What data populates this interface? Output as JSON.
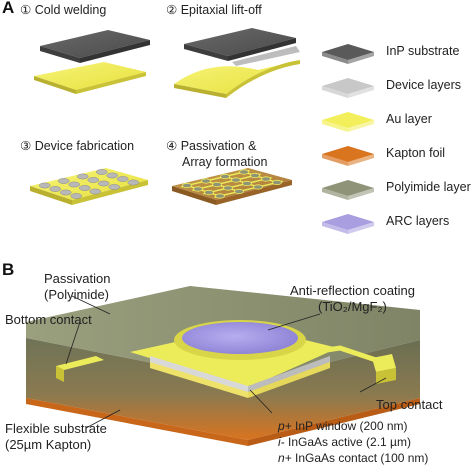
{
  "panel_a": {
    "letter": "A",
    "steps": [
      {
        "num": "①",
        "label": "Cold welding"
      },
      {
        "num": "②",
        "label": "Epitaxial lift-off"
      },
      {
        "num": "③",
        "label": "Device fabrication"
      },
      {
        "num": "④",
        "label": "Passivation &",
        "label2": "Array formation"
      }
    ]
  },
  "legend": [
    {
      "label": "InP substrate",
      "color": "#5a5a5a"
    },
    {
      "label": "Device layers",
      "color": "#c8c8c8"
    },
    {
      "label": "Au layer",
      "color": "#f2ef5a"
    },
    {
      "label": "Kapton foil",
      "color": "#d9741f"
    },
    {
      "label": "Polyimide layer",
      "color": "#8f9478"
    },
    {
      "label": "ARC layers",
      "color": "#a99fe0"
    }
  ],
  "panel_b": {
    "letter": "B",
    "annotations": {
      "passivation_1": "Passivation",
      "passivation_2": "(Polyimide)",
      "arc_1": "Anti-reflection coating",
      "arc_2": "(TiO₂/MgF₂)",
      "bottom_contact": "Bottom contact",
      "top_contact": "Top contact",
      "flex_1": "Flexible substrate",
      "flex_2": "(25µm Kapton)",
      "layer1_prefix": "p+",
      "layer1_rest": " InP window (200 nm)",
      "layer2_prefix": "i-",
      "layer2_rest": " InGaAs active (2.1 µm)",
      "layer3_prefix": "n+",
      "layer3_rest": " InGaAs contact (100 nm)"
    }
  },
  "colors": {
    "inp": "#5a5a5a",
    "device": "#c8c8c8",
    "au": "#f2ef5a",
    "kapton": "#d9741f",
    "polyimide": "#8f9478",
    "arc": "#a99fe0"
  }
}
